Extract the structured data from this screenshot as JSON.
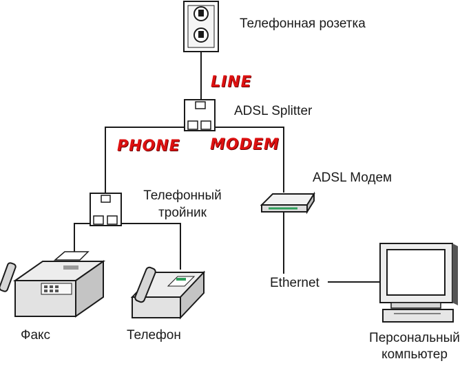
{
  "labels": {
    "wall_socket": "Телефонная розетка",
    "line": "LINE",
    "splitter": "ADSL Splitter",
    "phone": "PHONE",
    "modem": "MODEM",
    "adsl_modem": "ADSL Модем",
    "tee_line1": "Телефонный",
    "tee_line2": "тройник",
    "ethernet": "Ethernet",
    "fax": "Факс",
    "telephone": "Телефон",
    "pc_line1": "Персональный",
    "pc_line2": "компьютер"
  },
  "colors": {
    "line_text": "#dd1111",
    "device_body": "#e6e6e6",
    "wire": "#1a1a1a",
    "modem_lights": "#2e9e5b",
    "screen": "#ffffff"
  },
  "icons": [
    "wall-socket-icon",
    "splitter-icon",
    "phone-tee-icon",
    "adsl-modem-icon",
    "fax-icon",
    "telephone-icon",
    "computer-icon"
  ]
}
